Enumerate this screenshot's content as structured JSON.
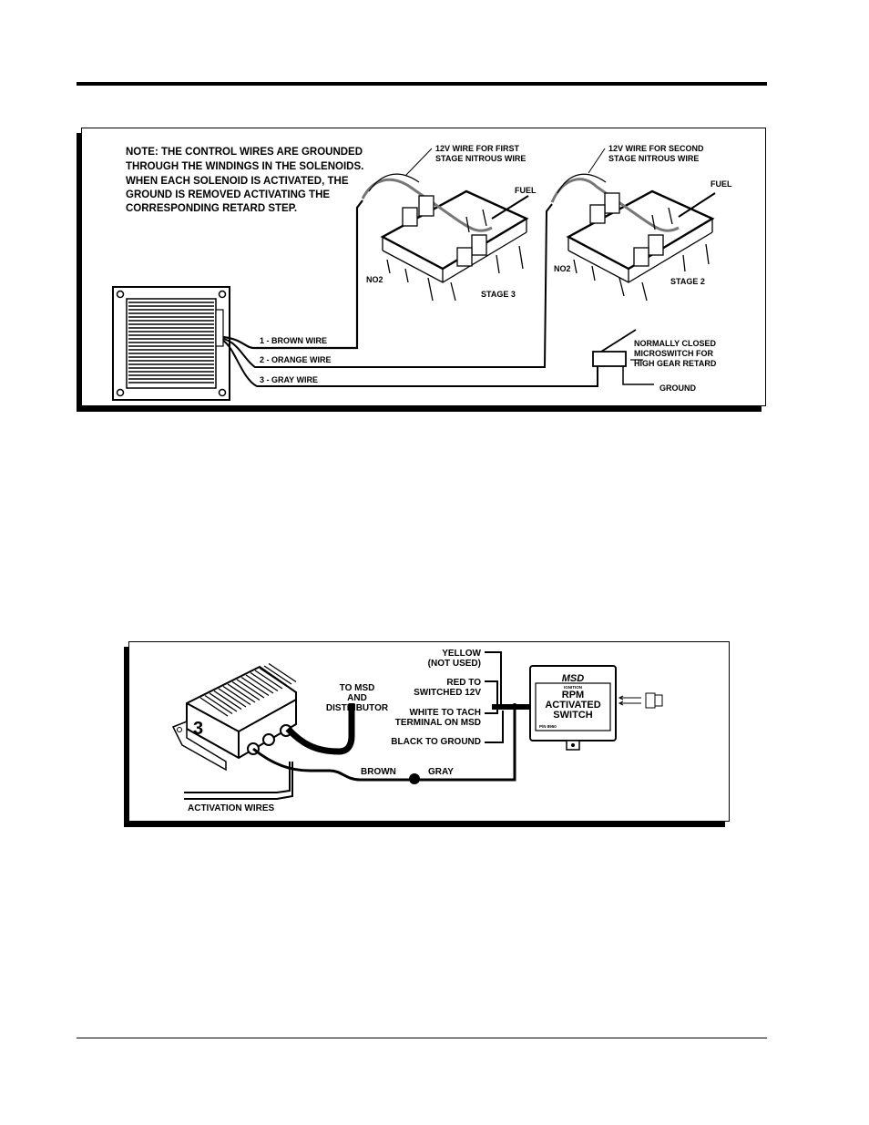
{
  "figure1": {
    "note": [
      "NOTE: THE CONTROL WIRES ARE GROUNDED",
      "THROUGH THE WINDINGS IN THE SOLENOIDS.",
      "WHEN EACH SOLENOID IS ACTIVATED, THE",
      "GROUND IS REMOVED ACTIVATING THE",
      "CORRESPONDING RETARD STEP."
    ],
    "first_stage_label": [
      "12V WIRE FOR FIRST",
      "STAGE NITROUS WIRE"
    ],
    "second_stage_label": [
      "12V WIRE FOR SECOND",
      "STAGE NITROUS WIRE"
    ],
    "fuel_label": "FUEL",
    "no2_label": "NO2",
    "stage3_label": "STAGE 3",
    "stage2_label": "STAGE 2",
    "wire1": "1 - BROWN WIRE",
    "wire2": "2 - ORANGE WIRE",
    "wire3": "3 - GRAY WIRE",
    "microswitch_label": [
      "NORMALLY CLOSED",
      "MICROSWITCH FOR",
      "HIGH GEAR RETARD"
    ],
    "ground_label": "GROUND"
  },
  "figure2": {
    "yellow": [
      "YELLOW",
      "(NOT USED)"
    ],
    "red": [
      "RED TO",
      "SWITCHED 12V"
    ],
    "white": [
      "WHITE TO TACH",
      "TERMINAL ON MSD"
    ],
    "black": "BLACK TO GROUND",
    "to_msd": [
      "TO MSD",
      "AND",
      "DISTRIBUTOR"
    ],
    "brown": "BROWN",
    "gray": "GRAY",
    "activation": "ACTIVATION WIRES",
    "switch_brand": "MSD",
    "switch_sub": "IGNITION",
    "switch_title": [
      "RPM",
      "ACTIVATED",
      "SWITCH"
    ],
    "switch_pn": "P/N 8950",
    "box_digit": "3"
  }
}
